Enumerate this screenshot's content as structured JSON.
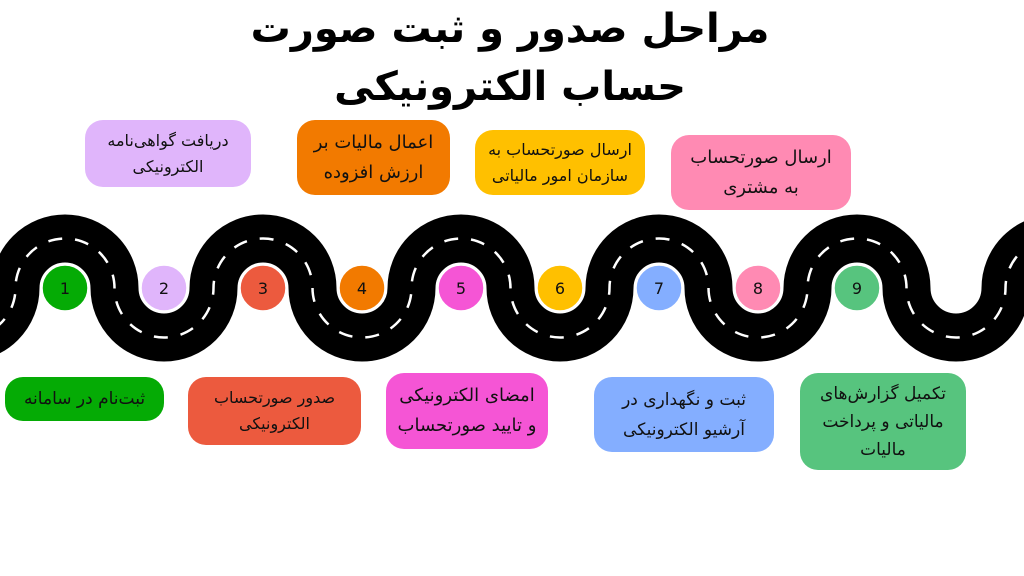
{
  "title": {
    "line1": "مراحل صدور و ثبت صورت",
    "line2": "حساب الکترونیکی"
  },
  "steps": [
    {
      "number": "1",
      "label": "ثبت‌نام در سامانه",
      "color": "#05AB05"
    },
    {
      "number": "2",
      "label": "دریافت گواهی‌نامه الکترونیکی",
      "color": "#E0B5FB"
    },
    {
      "number": "3",
      "label": "صدور صورتحساب الکترونیکی",
      "color": "#EC5A3E"
    },
    {
      "number": "4",
      "label": "اعمال مالیات بر ارزش افزوده",
      "color": "#F27A00"
    },
    {
      "number": "5",
      "label": "امضای الکترونیکی و تایید صورتحساب",
      "color": "#F555D5"
    },
    {
      "number": "6",
      "label": "ارسال صورتحساب به سازمان امور مالیاتی",
      "color": "#FFC000"
    },
    {
      "number": "7",
      "label": "ثبت و نگهداری در آرشیو الکترونیکی",
      "color": "#84AEFF"
    },
    {
      "number": "8",
      "label": "ارسال صورتحساب به مشتری",
      "color": "#FF8AB3"
    },
    {
      "number": "9",
      "label": "تکمیل گزارش‌های مالیاتی و پرداخت مالیات",
      "color": "#57C47E"
    }
  ]
}
